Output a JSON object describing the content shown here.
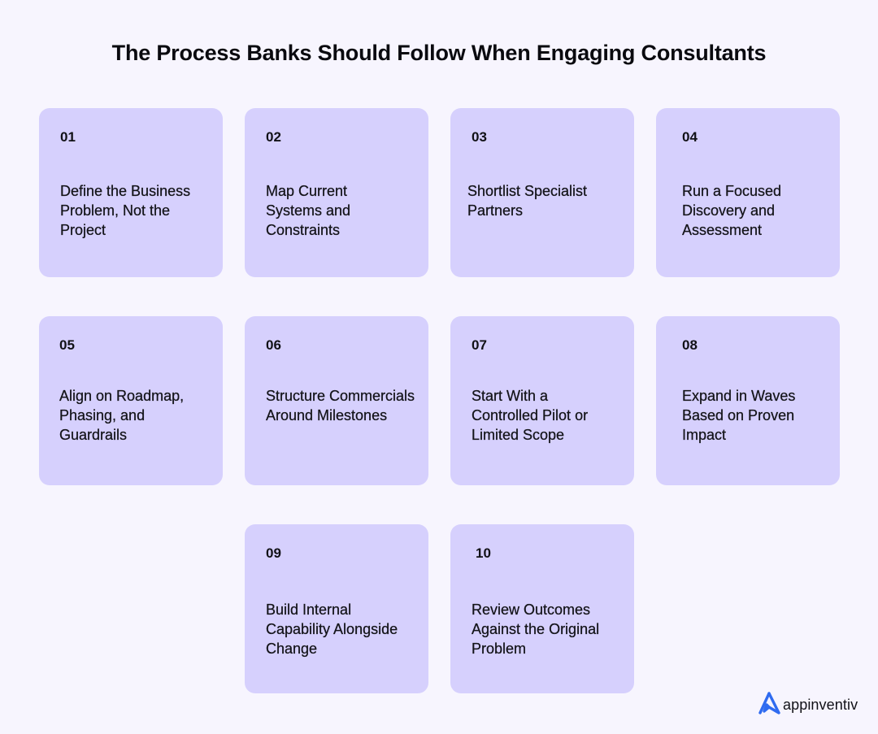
{
  "title": "The Process Banks Should Follow When Engaging Consultants",
  "colors": {
    "background": "#f7f5fe",
    "card": "#d6d0fd",
    "text": "#0d0d12",
    "logo_accent": "#2f6bf0"
  },
  "steps": [
    {
      "number": "01",
      "label": "Define the Business Problem, Not the Project"
    },
    {
      "number": "02",
      "label": "Map Current Systems and Constraints"
    },
    {
      "number": "03",
      "label": "Shortlist Specialist Partners"
    },
    {
      "number": "04",
      "label": "Run a Focused Discovery and Assessment"
    },
    {
      "number": "05",
      "label": "Align on Roadmap, Phasing, and Guardrails"
    },
    {
      "number": "06",
      "label": "Structure Commercials Around Milestones"
    },
    {
      "number": "07",
      "label": "Start With a Controlled Pilot or Limited Scope"
    },
    {
      "number": "08",
      "label": "Expand in Waves Based on Proven Impact"
    },
    {
      "number": "09",
      "label": "Build Internal Capability Alongside Change"
    },
    {
      "number": "10",
      "label": "Review Outcomes Against the Original Problem"
    }
  ],
  "logo": {
    "icon": "appinventiv-a-icon",
    "text": "appinventiv"
  }
}
